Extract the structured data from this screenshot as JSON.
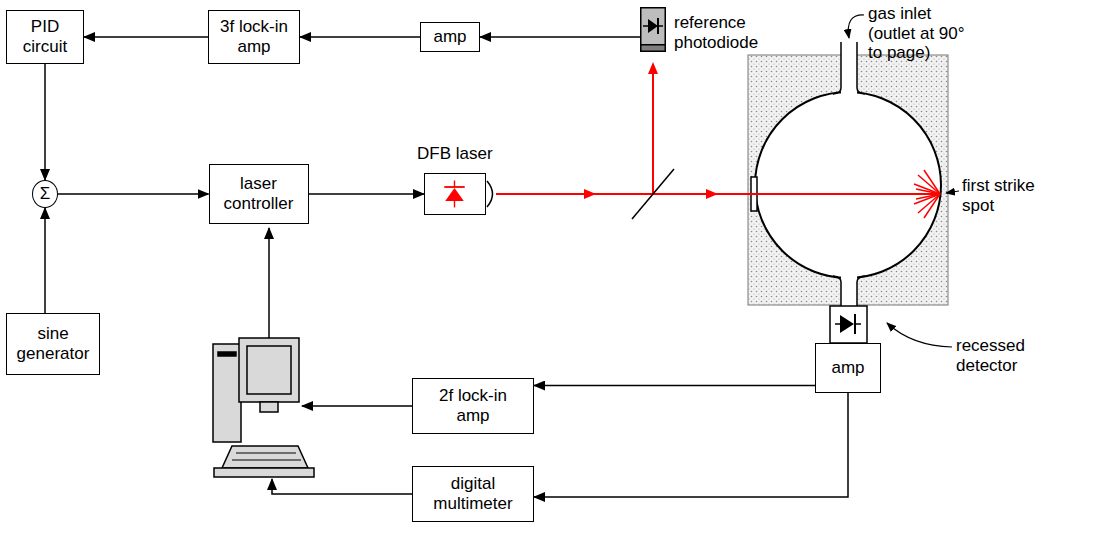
{
  "diagram": {
    "nodes": [
      {
        "text": [
          "PID circuit"
        ]
      },
      {
        "text": [
          "3f lock-in amp"
        ]
      },
      {
        "text": [
          "amp"
        ]
      },
      {
        "text": [
          "reference photodiode"
        ]
      },
      {
        "text": [
          "Σ"
        ]
      },
      {
        "text": [
          "laser controller"
        ]
      },
      {
        "text": [
          "DFB laser"
        ]
      },
      {
        "text": [
          "sine generator"
        ]
      },
      {
        "text": [
          "2f lock-in amp"
        ]
      },
      {
        "text": [
          "amp"
        ]
      },
      {
        "text": [
          "digital multimeter"
        ]
      }
    ],
    "edges": [
      {
        "from": 1,
        "to": 0,
        "arrow": "to"
      },
      {
        "from": 2,
        "to": 1,
        "arrow": "to"
      },
      {
        "from": 3,
        "to": 2,
        "arrow": "to"
      },
      {
        "from": 0,
        "to": 4,
        "arrow": "to"
      },
      {
        "from": 7,
        "to": 4,
        "arrow": "to"
      },
      {
        "from": 4,
        "to": 5,
        "arrow": "to"
      },
      {
        "from": 5,
        "to": 6,
        "arrow": "to"
      },
      {
        "from": 9,
        "to": 8,
        "arrow": "to"
      },
      {
        "from": 9,
        "to": 10,
        "arrow": "to"
      }
    ],
    "labels": [
      "gas inlet (outlet at 90° to page)",
      "first strike spot",
      "recessed detector"
    ]
  }
}
